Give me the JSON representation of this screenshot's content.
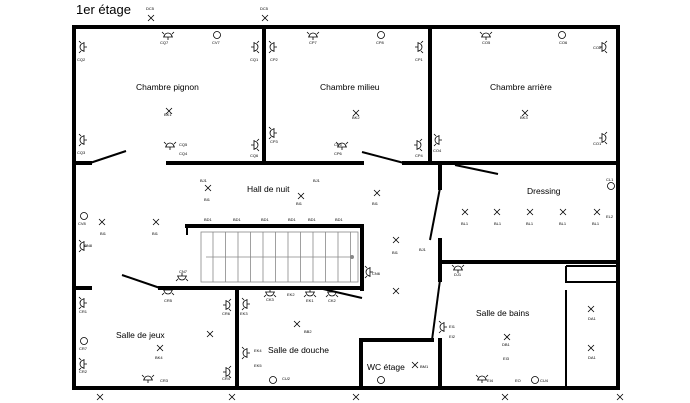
{
  "floor_title": "1er étage",
  "rooms": {
    "chambre_pignon": "Chambre pignon",
    "chambre_milieu": "Chambre milieu",
    "chambre_arriere": "Chambre arrière",
    "hall_de_nuit": "Hall de nuit",
    "dressing": "Dressing",
    "salle_de_jeux": "Salle de jeux",
    "salle_de_douche": "Salle de douche",
    "salle_de_bains": "Salle de bains",
    "wc_etage": "WC étage"
  },
  "labels": {
    "dc5a": "DC5",
    "dc5b": "DC5",
    "cq7": "CQ7",
    "cv7": "CV7",
    "cq1": "CQ1",
    "cq2": "CQ2",
    "cq3": "CQ3",
    "cq4": "CQ4",
    "cq5": "CQ5",
    "cq6a": "CQ6",
    "cq6b": "CQ6",
    "bk1": "BK1",
    "cp7": "CP7",
    "cp8": "CP8",
    "cp1": "CP1",
    "cp2": "CP2",
    "cp3": "CP3",
    "cp4": "CP4",
    "cp5": "CP5",
    "cp6": "CP6",
    "bk2": "BK2",
    "co5": "CO5",
    "co6": "CO6",
    "co2": "CO2",
    "co1": "CO1",
    "co4": "CO4",
    "bk3": "BK3",
    "bj1a": "BJ1",
    "bj1b": "BJ1",
    "bi1a": "BI1",
    "bi1b": "BI1",
    "bi1c": "BI1",
    "bi1d": "BI1",
    "bi1e": "BI1",
    "bi1f": "BI1",
    "bd1a": "BD1",
    "bd1b": "BD1",
    "bd1c": "BD1",
    "bd1d": "BD1",
    "bd1e": "BD1",
    "bd1f": "BD1",
    "cv8": "CV8",
    "cn8": "CN8",
    "cn7": "CN7",
    "cn6": "CN6",
    "bj2": "BJ1",
    "cl1": "CL1",
    "el2": "EL2",
    "bl1a": "BL1",
    "bl1b": "BL1",
    "bl1c": "BL1",
    "bl1d": "BL1",
    "bl1e": "BL1",
    "dj1": "DJ1",
    "cr1": "CR1",
    "cr2": "CR2",
    "cr3": "CR3",
    "cr4": "CR4",
    "cr5": "CR5",
    "cr6": "CR6",
    "cr7": "CR7",
    "bk4": "BK4",
    "ek1": "EK1",
    "ek2": "EK2",
    "ek3": "EK3",
    "ek4": "EK4",
    "ek5": "EK5",
    "ck2": "CK2",
    "ck3": "CK3",
    "bk5": "BK5",
    "bb2": "BB2",
    "cu2": "CU2",
    "bm1": "BM1",
    "ei1": "EI1",
    "ei2": "EI2",
    "db1": "DB1",
    "db2": "DB2",
    "ei4": "EI4",
    "da1": "DA1",
    "da2": "DA1",
    "cu3": "CU3",
    "cu4": "CU4",
    "eo": "EO",
    "ei3": "EI3"
  }
}
